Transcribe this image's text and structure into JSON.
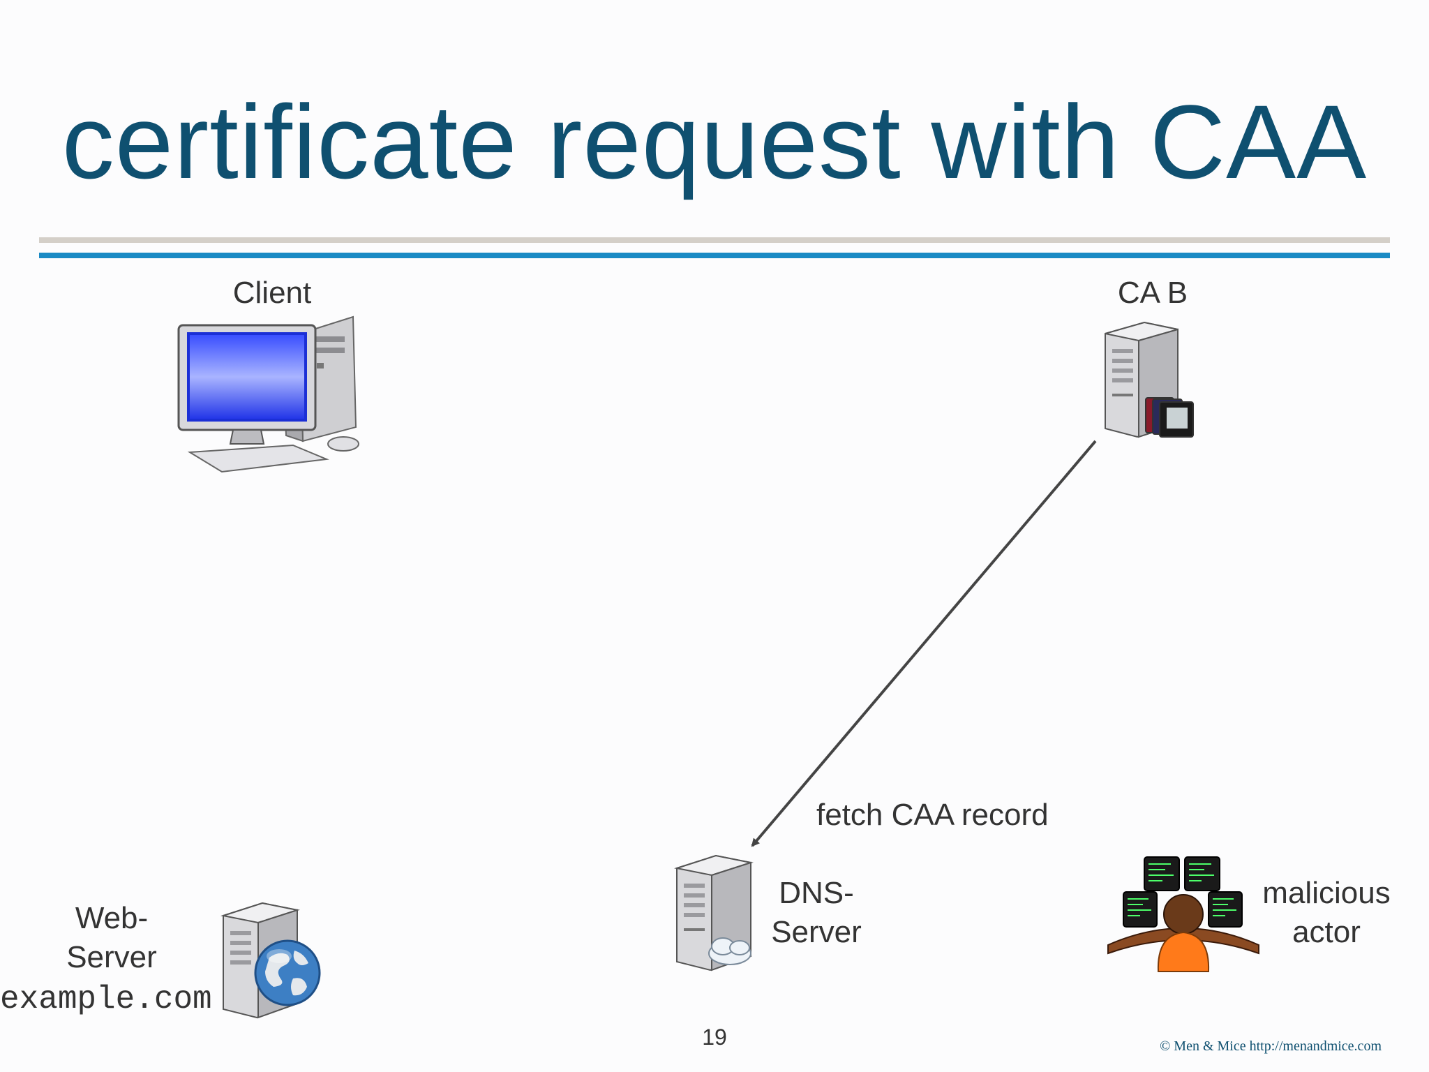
{
  "slide": {
    "title": "certificate request with CAA",
    "page_number": "19",
    "footer": "© Men & Mice  http://menandmice.com"
  },
  "nodes": {
    "client": {
      "label": "Client",
      "icon": "desktop-computer-icon"
    },
    "ca_b": {
      "label": "CA B",
      "icon": "server-with-files-icon"
    },
    "web_server": {
      "label_line1": "Web-",
      "label_line2": "Server",
      "domain": "example.com",
      "icon": "web-server-globe-icon"
    },
    "dns_server": {
      "label_line1": "DNS-",
      "label_line2": "Server",
      "icon": "dns-server-cloud-icon"
    },
    "malicious_actor": {
      "label_line1": "malicious",
      "label_line2": "actor",
      "icon": "hacker-at-desk-icon"
    }
  },
  "edges": [
    {
      "from": "ca_b",
      "to": "dns_server",
      "label": "fetch CAA record"
    }
  ],
  "colors": {
    "title": "#0f5070",
    "rule_top": "#d4cfc8",
    "rule_bottom": "#1a8ac4",
    "arrow": "#444444"
  }
}
